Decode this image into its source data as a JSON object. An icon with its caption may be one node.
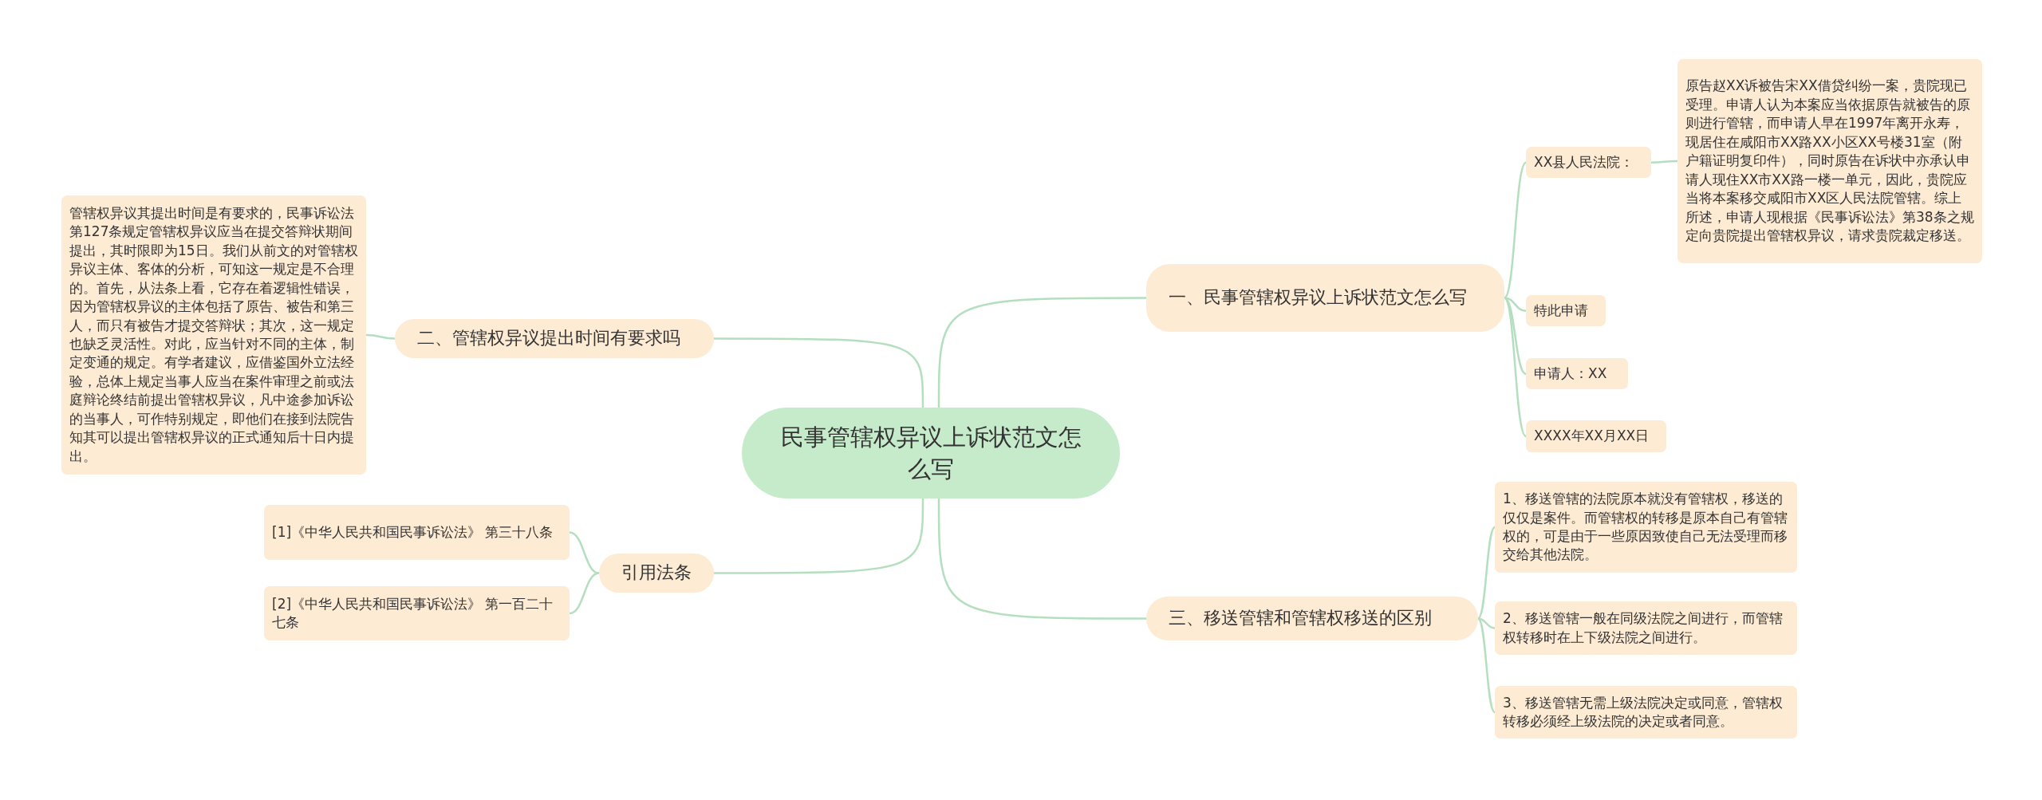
{
  "diagram": {
    "nodes": [
      {
        "text": [
          "民事管辖权异议上诉状范文怎么写"
        ]
      },
      {
        "text": [
          "一、民事管辖权异议上诉状范文怎么写"
        ]
      },
      {
        "text": [
          "XX县人民法院："
        ]
      },
      {
        "text": [
          "原告赵XX诉被告宋XX借贷纠纷一案，贵院现已受理。申请人认为本案应当依据原告就被告的原则进行管辖，而申请人早在1997年离开永寿，现居住在咸阳市XX路XX小区XX号楼31室（附户籍证明复印件），同时原告在诉状中亦承认申请人现住XX市XX路一楼一单元，因此，贵院应当将本案移交咸阳市XX区人民法院管辖。综上所述，申请人现根据《民事诉讼法》第38条之规定向贵院提出管辖权异议，请求贵院裁定移送。"
        ]
      },
      {
        "text": [
          "特此申请"
        ]
      },
      {
        "text": [
          "申请人：XX"
        ]
      },
      {
        "text": [
          "XXXX年XX月XX日"
        ]
      },
      {
        "text": [
          "二、管辖权异议提出时间有要求吗"
        ]
      },
      {
        "text": [
          "管辖权异议其提出时间是有要求的，民事诉讼法第127条规定管辖权异议应当在提交答辩状期间提出，其时限即为15日。我们从前文的对管辖权异议主体、客体的分析，可知这一规定是不合理的。首先，从法条上看，它存在着逻辑性错误，因为管辖权异议的主体包括了原告、被告和第三人，而只有被告才提交答辩状；其次，这一规定也缺乏灵活性。对此，应当针对不同的主体，制定变通的规定。有学者建议，应借鉴国外立法经验，总体上规定当事人应当在案件审理之前或法庭辩论终结前提出管辖权异议，凡中途参加诉讼的当事人，可作特别规定，即他们在接到法院告知其可以提出管辖权异议的正式通知后十日内提出。"
        ]
      },
      {
        "text": [
          "引用法条"
        ]
      },
      {
        "text": [
          "[1]《中华人民共和国民事诉讼法》 第三十八条"
        ]
      },
      {
        "text": [
          "[2]《中华人民共和国民事诉讼法》 第一百二十七条"
        ]
      },
      {
        "text": [
          "三、移送管辖和管辖权移送的区别"
        ]
      },
      {
        "text": [
          "1、移送管辖的法院原本就没有管辖权，移送的仅仅是案件。而管辖权的转移是原本自己有管辖权的，可是由于一些原因致使自己无法受理而移交给其他法院。"
        ]
      },
      {
        "text": [
          "2、移送管辖一般在同级法院之间进行，而管辖权转移时在上下级法院之间进行。"
        ]
      },
      {
        "text": [
          "3、移送管辖无需上级法院决定或同意，管辖权转移必须经上级法院的决定或者同意。"
        ]
      }
    ],
    "edges": [
      {
        "from": 0,
        "to": 1,
        "arrow": "none"
      },
      {
        "from": 1,
        "to": 2,
        "arrow": "none"
      },
      {
        "from": 2,
        "to": 3,
        "arrow": "none"
      },
      {
        "from": 1,
        "to": 4,
        "arrow": "none"
      },
      {
        "from": 1,
        "to": 5,
        "arrow": "none"
      },
      {
        "from": 1,
        "to": 6,
        "arrow": "none"
      },
      {
        "from": 0,
        "to": 7,
        "arrow": "none"
      },
      {
        "from": 7,
        "to": 8,
        "arrow": "none"
      },
      {
        "from": 0,
        "to": 9,
        "arrow": "none"
      },
      {
        "from": 9,
        "to": 10,
        "arrow": "none"
      },
      {
        "from": 9,
        "to": 11,
        "arrow": "none"
      },
      {
        "from": 0,
        "to": 12,
        "arrow": "none"
      },
      {
        "from": 12,
        "to": 13,
        "arrow": "none"
      },
      {
        "from": 12,
        "to": 14,
        "arrow": "none"
      },
      {
        "from": 12,
        "to": 15,
        "arrow": "none"
      }
    ]
  }
}
